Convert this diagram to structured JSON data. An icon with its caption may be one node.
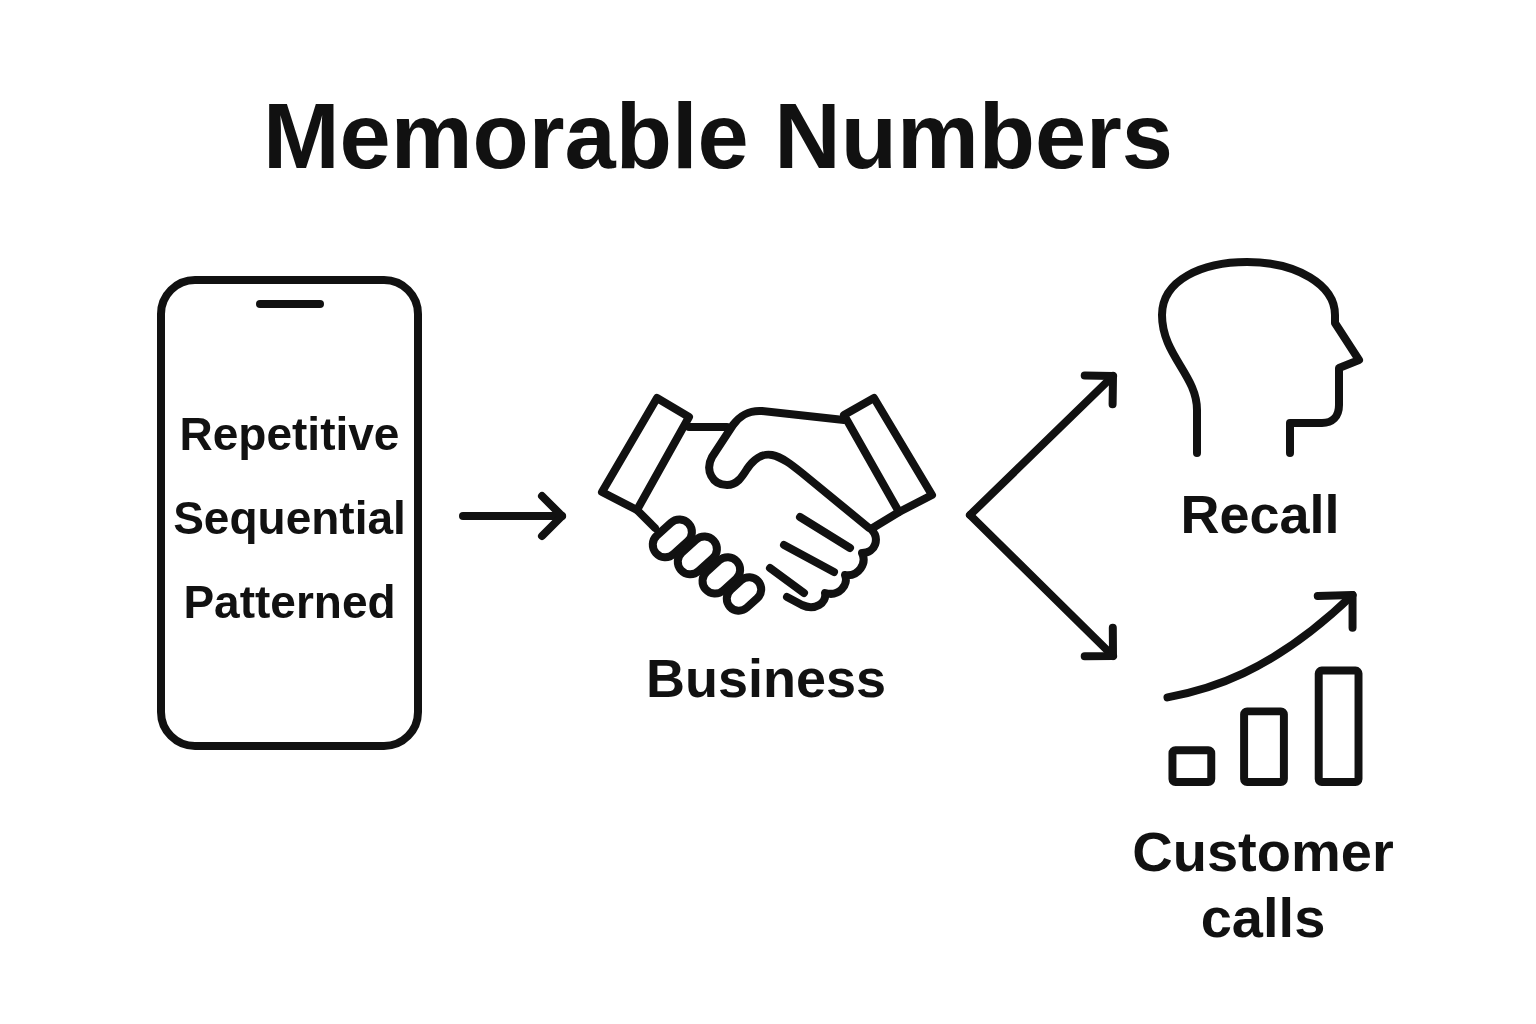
{
  "diagram": {
    "title": "Memorable Numbers",
    "nodes": [
      {
        "text": [
          "Repetitive",
          "Sequential",
          "Patterned"
        ]
      },
      {
        "text": [
          "Business"
        ]
      },
      {
        "text": [
          "Recall"
        ]
      },
      {
        "text": [
          "Customer calls"
        ]
      }
    ],
    "edges": [
      {
        "from": 0,
        "to": 1,
        "arrow": "to"
      },
      {
        "from": 1,
        "to": 2,
        "arrow": "to"
      },
      {
        "from": 1,
        "to": 3,
        "arrow": "to"
      }
    ]
  }
}
